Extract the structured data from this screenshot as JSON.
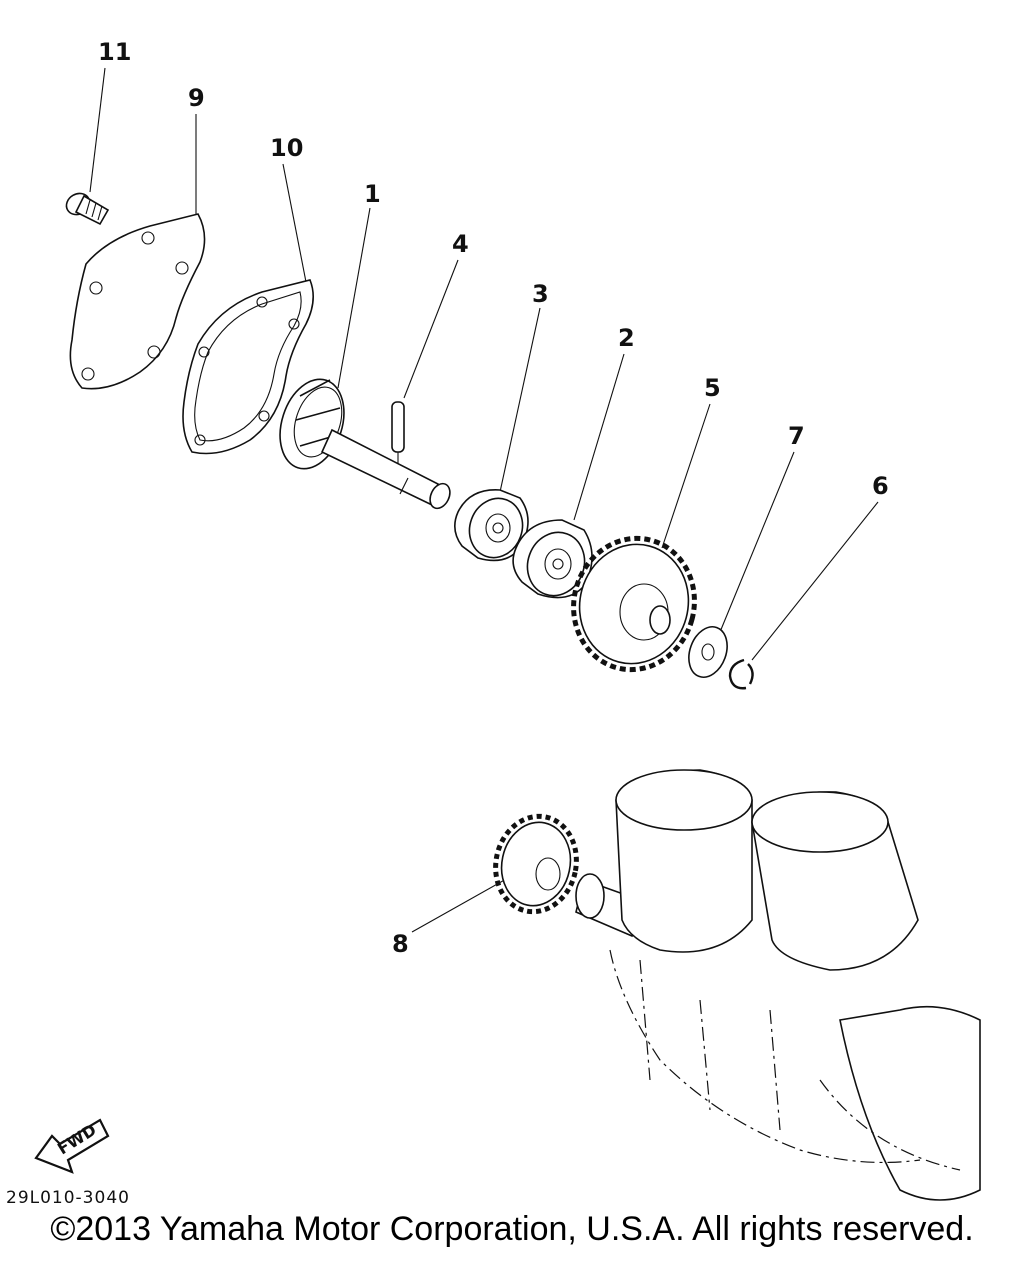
{
  "diagram": {
    "callouts": [
      "11",
      "9",
      "10",
      "1",
      "4",
      "3",
      "2",
      "5",
      "7",
      "6",
      "8"
    ],
    "fwd_label": "FWD",
    "part_code": "29L010-3040"
  },
  "footer": {
    "copyright": "©2013 Yamaha Motor Corporation, U.S.A. All rights reserved."
  }
}
